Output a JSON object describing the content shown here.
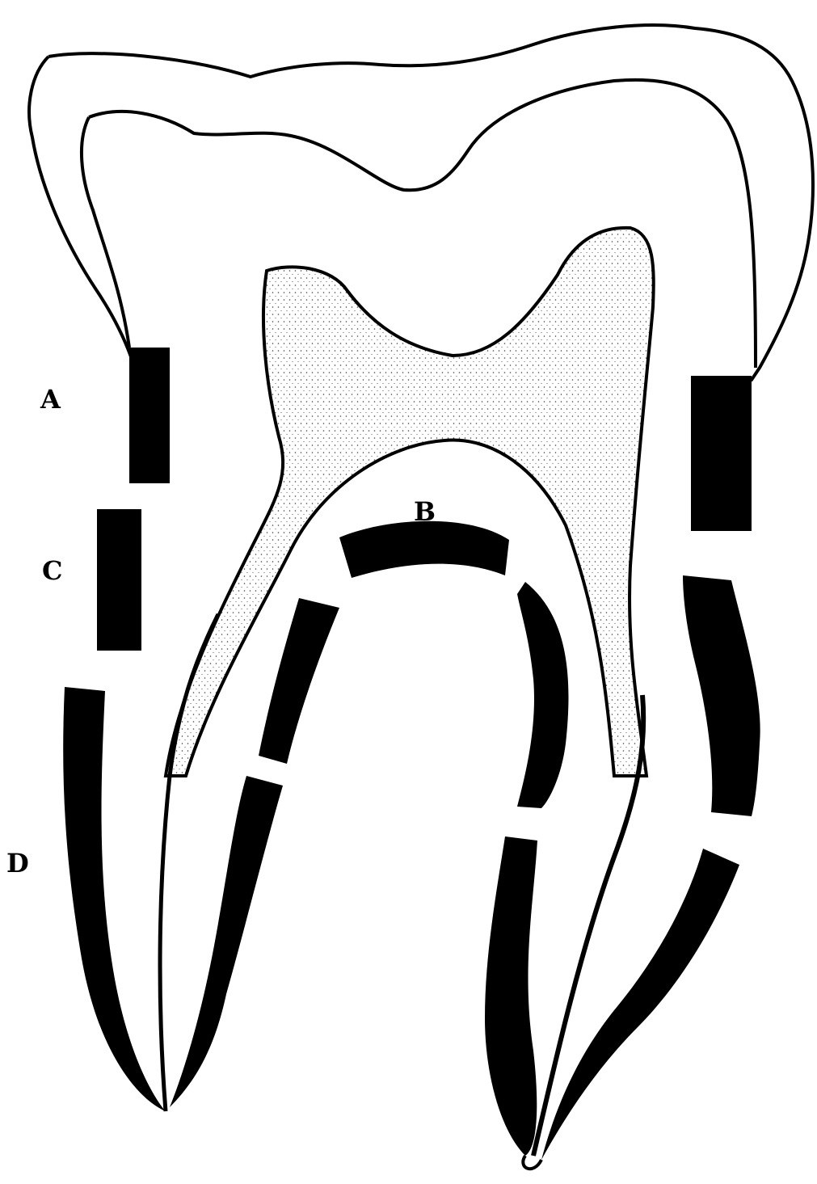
{
  "diagram": {
    "labels": {
      "a": "A",
      "b": "B",
      "c": "C",
      "d": "D"
    },
    "colors": {
      "ink": "#000000",
      "paper": "#ffffff",
      "stipple": "#d9d9d9"
    }
  }
}
